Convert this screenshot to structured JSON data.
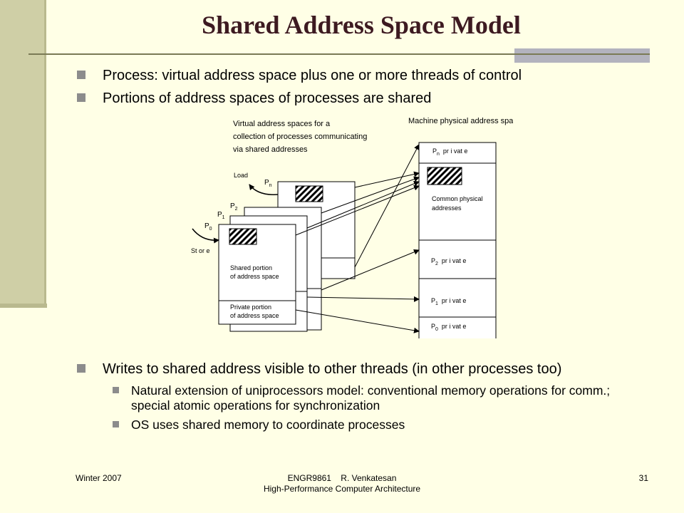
{
  "title": "Shared Address Space Model",
  "bullets_top": [
    "Process: virtual address space plus one or more threads of control",
    "Portions of address spaces of processes are shared"
  ],
  "diagram": {
    "virtual_caption": [
      "Virtual address spaces for a",
      "collection of processes communicating",
      "via shared addresses"
    ],
    "physical_caption": "Machine physical address space",
    "load_label": "Load",
    "store_label": "St or e",
    "proc_letter": "P",
    "proc_subs": [
      "n",
      "2",
      "1",
      "0"
    ],
    "shared_portion": [
      "Shared portion",
      "of address space"
    ],
    "private_portion": [
      "Private portion",
      "of address space"
    ],
    "common_physical": [
      "Common physical",
      "addresses"
    ],
    "private_word": "pr i vat e",
    "private_subs": [
      "n",
      "2",
      "1",
      "0"
    ]
  },
  "bullets_bottom": [
    "Writes to shared address visible to other threads (in other processes too)"
  ],
  "sub_bullets": [
    "Natural extension of uniprocessors model: conventional memory operations for comm.; special atomic operations for synchronization",
    "OS uses shared memory to coordinate processes"
  ],
  "footer": {
    "left": "Winter 2007",
    "center_line1": "ENGR9861    R. Venkatesan",
    "center_line2": "High-Performance Computer Architecture",
    "page": "31"
  }
}
